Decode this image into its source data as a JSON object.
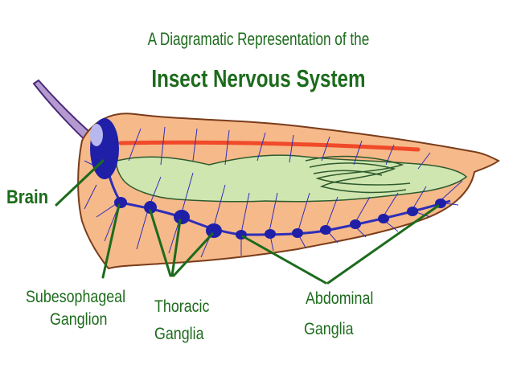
{
  "title": {
    "line1": "A Diagramatic Representation of the",
    "line2": "Insect Nervous System"
  },
  "labels": {
    "brain": "Brain",
    "subesophageal": [
      "Subesophageal",
      "Ganglion"
    ],
    "thoracic": [
      "Thoracic",
      "Ganglia"
    ],
    "abdominal": [
      "Abdominal",
      "Ganglia"
    ]
  },
  "colors": {
    "body": "#f6b98a",
    "outline": "#7a3c1a",
    "gut": "#cfe6b0",
    "nerve": "#2e2eb8",
    "ganglion": "#1f1fa8",
    "dorsal_vessel": "#f04a2a",
    "pointer": "#1c6b1c",
    "text": "#1c6b1c"
  }
}
